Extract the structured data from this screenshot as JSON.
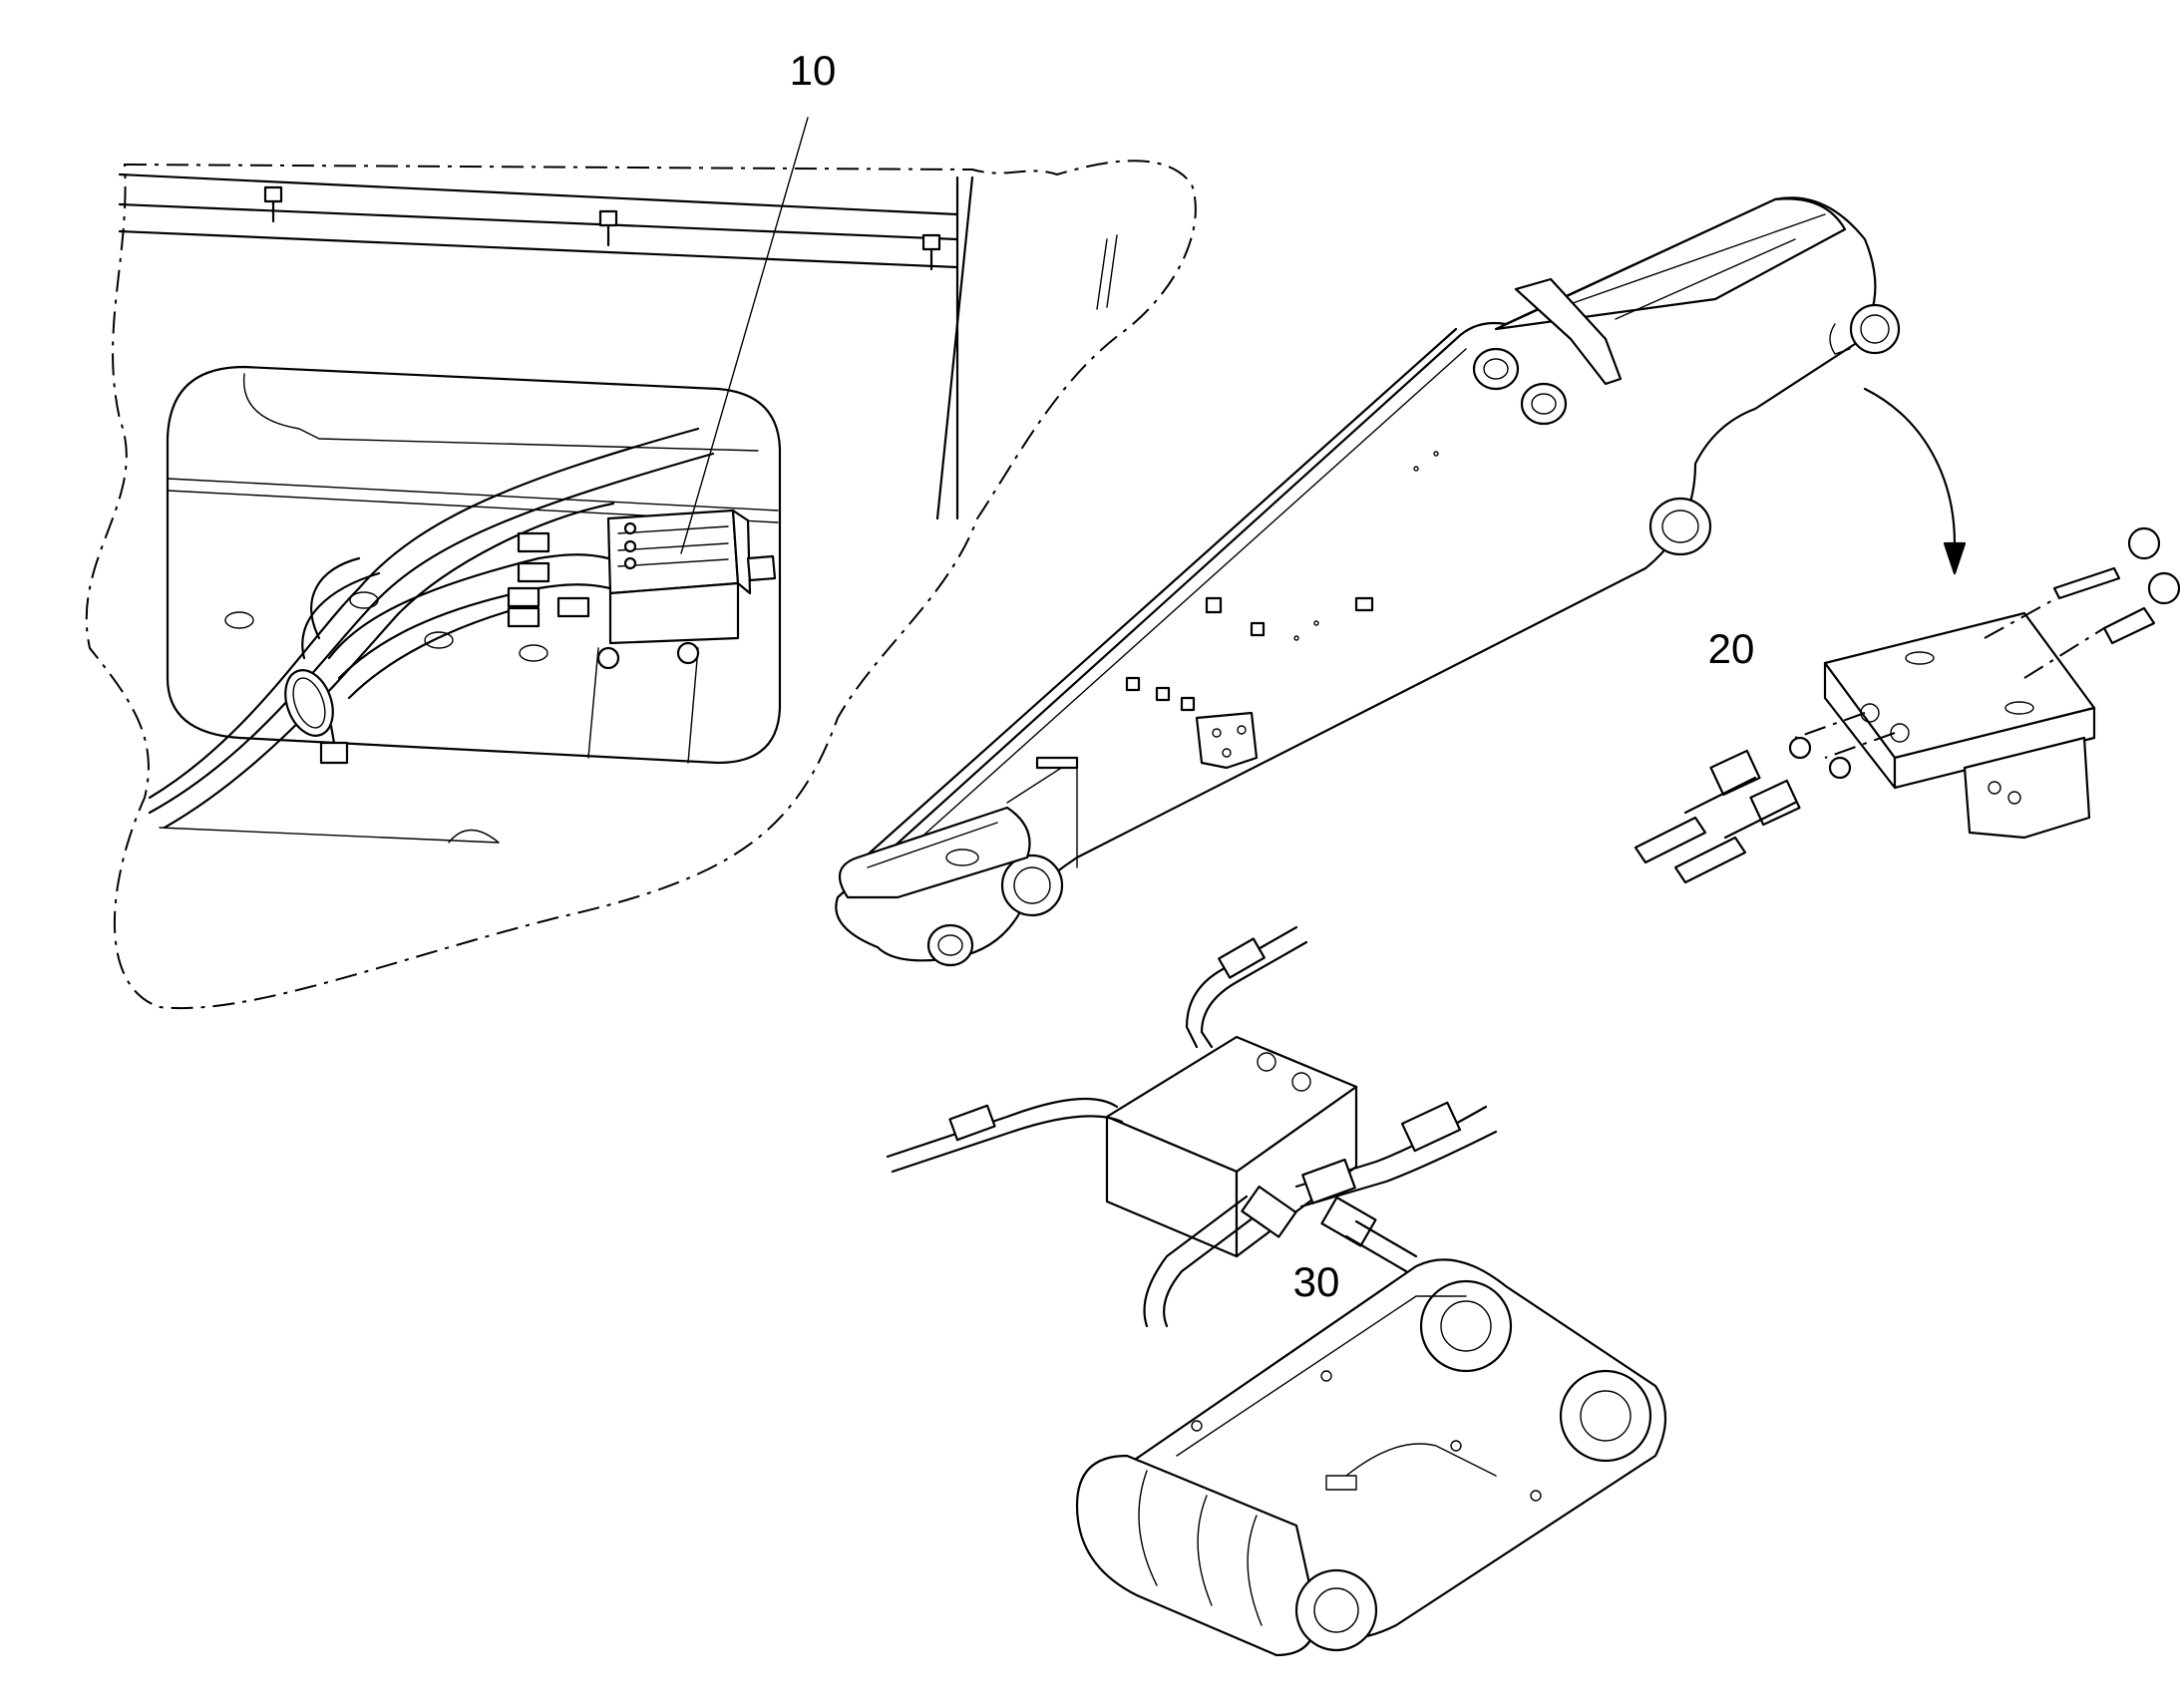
{
  "callouts": [
    {
      "id": "10",
      "label": "10"
    },
    {
      "id": "20",
      "label": "20"
    },
    {
      "id": "30",
      "label": "30"
    }
  ],
  "colors": {
    "line": "#000000",
    "background": "#ffffff"
  }
}
